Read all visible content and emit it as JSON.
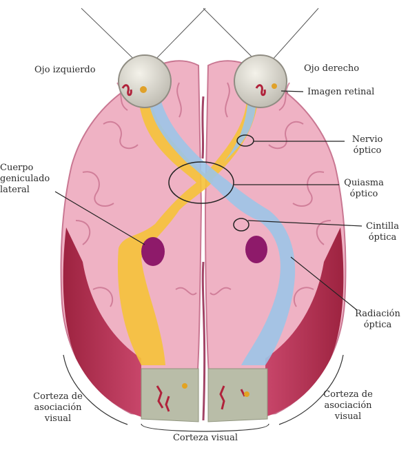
{
  "labels": {
    "left_eye": "Ojo izquierdo",
    "right_eye": "Ojo derecho",
    "retinal_image": "Imagen retinal",
    "optic_nerve": "Nervio\nóptico",
    "lgn": "Cuerpo\ngeniculado\nlateral",
    "chiasm": "Quiasma\nóptico",
    "optic_tract": "Cintilla\nóptica",
    "optic_radiation": "Radiación\nóptica",
    "assoc_left": "Corteza de\nasociación\nvisual",
    "assoc_right": "Corteza de\nasociación\nvisual",
    "visual_cortex": "Corteza visual"
  },
  "colors": {
    "brain_pink": "#f2bccb",
    "brain_fold": "#d78aa2",
    "cortex_red": "#b83350",
    "left_pathway_yellow": "#f6c537",
    "right_pathway_blue": "#9cc3e6",
    "lgn_purple": "#8e1a6a",
    "eye_gray": "#d9d7cf",
    "visual_cortex_gray": "#b8bca8"
  }
}
